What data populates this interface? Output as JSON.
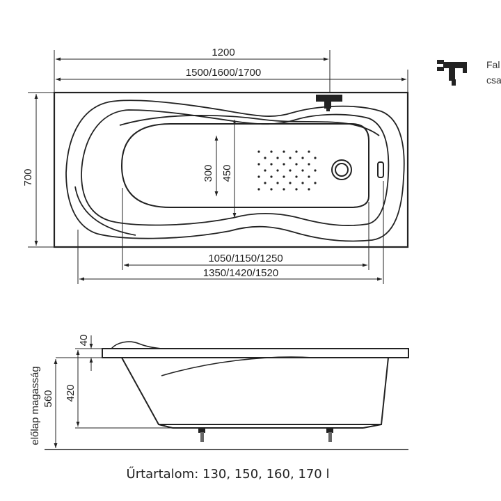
{
  "top_view": {
    "dims": {
      "inner_length": "1200",
      "outer_length": "1500/1600/1700",
      "width": "700",
      "basin_width_inner": "300",
      "basin_width_outer": "450",
      "bottom_length_inner": "1050/1150/1250",
      "bottom_length_outer": "1350/1420/1520"
    }
  },
  "side_view": {
    "dims": {
      "rim_thickness": "40",
      "inner_depth": "420",
      "total_height": "560",
      "front_panel_label": "előlap magasság"
    }
  },
  "legend": {
    "line1": "Fal",
    "line2": "csa"
  },
  "capacity": "Űrtartalom: 130, 150, 160, 170 l"
}
